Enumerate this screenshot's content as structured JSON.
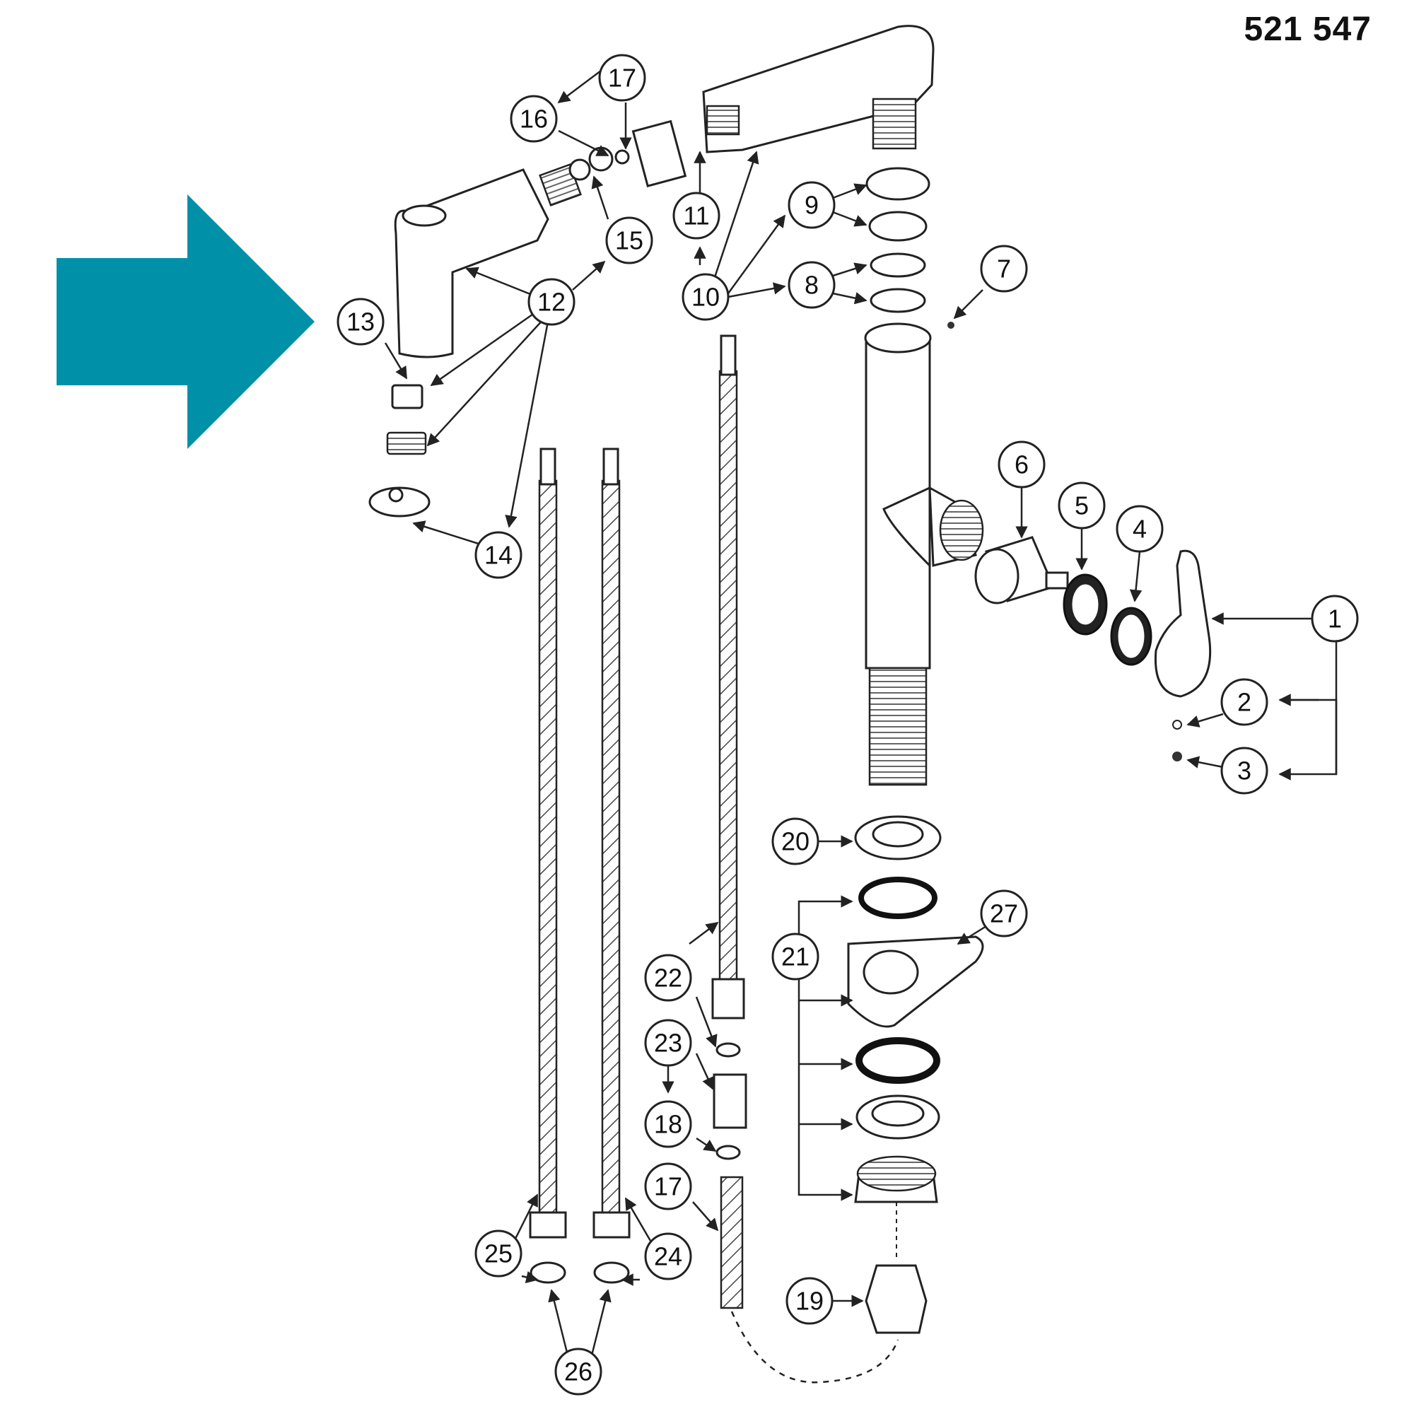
{
  "document_number": "521 547",
  "pointer_arrow_color": "#0091a8",
  "callouts": [
    {
      "id": "c1",
      "label": "1"
    },
    {
      "id": "c2",
      "label": "2"
    },
    {
      "id": "c3",
      "label": "3"
    },
    {
      "id": "c4",
      "label": "4"
    },
    {
      "id": "c5",
      "label": "5"
    },
    {
      "id": "c6",
      "label": "6"
    },
    {
      "id": "c7",
      "label": "7"
    },
    {
      "id": "c8",
      "label": "8"
    },
    {
      "id": "c9",
      "label": "9"
    },
    {
      "id": "c10",
      "label": "10"
    },
    {
      "id": "c11",
      "label": "11"
    },
    {
      "id": "c12",
      "label": "12"
    },
    {
      "id": "c13",
      "label": "13"
    },
    {
      "id": "c14",
      "label": "14"
    },
    {
      "id": "c15",
      "label": "15"
    },
    {
      "id": "c16",
      "label": "16"
    },
    {
      "id": "c17a",
      "label": "17"
    },
    {
      "id": "c17b",
      "label": "17"
    },
    {
      "id": "c18",
      "label": "18"
    },
    {
      "id": "c19",
      "label": "19"
    },
    {
      "id": "c20",
      "label": "20"
    },
    {
      "id": "c21",
      "label": "21"
    },
    {
      "id": "c22",
      "label": "22"
    },
    {
      "id": "c23",
      "label": "23"
    },
    {
      "id": "c24",
      "label": "24"
    },
    {
      "id": "c25",
      "label": "25"
    },
    {
      "id": "c26",
      "label": "26"
    },
    {
      "id": "c27",
      "label": "27"
    }
  ]
}
